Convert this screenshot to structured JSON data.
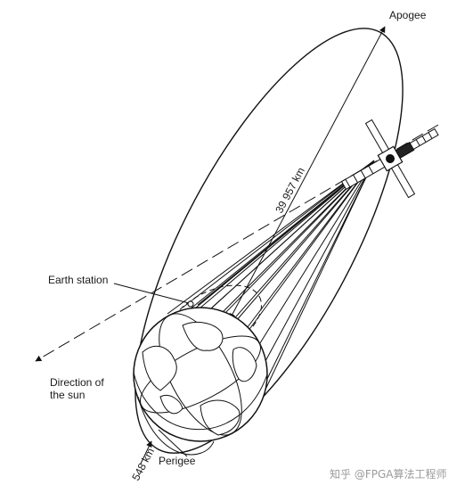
{
  "labels": {
    "apogee": "Apogee",
    "distance_apogee": "39 957 km",
    "earth_station": "Earth station",
    "direction_line1": "Direction of",
    "direction_line2": "the sun",
    "distance_perigee": "548 km",
    "perigee": "Perigee"
  },
  "watermark": "知乎 @FPGA算法工程师",
  "colors": {
    "ink": "#111111",
    "background": "#ffffff",
    "watermark": "#9a9a9a"
  }
}
